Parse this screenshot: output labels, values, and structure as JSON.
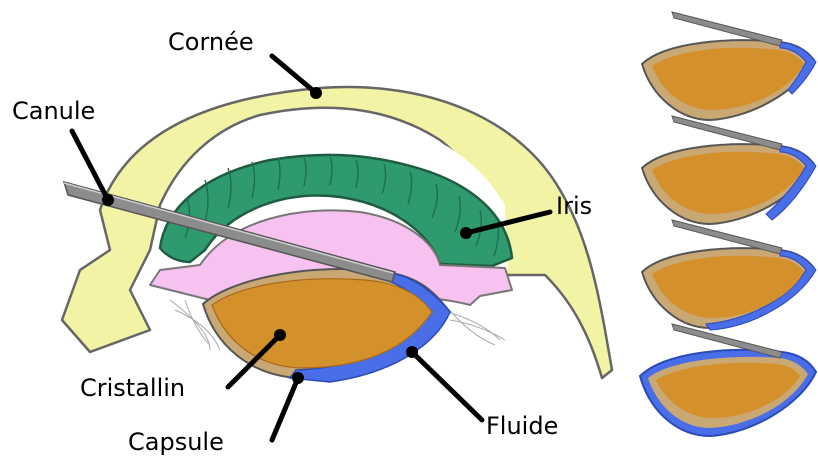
{
  "labels": {
    "cornea": "Cornée",
    "cannula": "Canule",
    "iris": "Iris",
    "lens": "Cristallin",
    "capsule": "Capsule",
    "fluid": "Fluide"
  },
  "colors": {
    "cornea": "#f3f3a6",
    "iris": "#2f9a6e",
    "iris_dark": "#1f6e4f",
    "pupil_area": "#f7c2ef",
    "lens": "#d4902b",
    "capsule": "#c9a873",
    "fluid": "#4a6de8",
    "cannula": "#8c8c8c",
    "outline": "#555555"
  },
  "panels": [
    {
      "step": 1,
      "fluid_coverage": 0.15
    },
    {
      "step": 2,
      "fluid_coverage": 0.35
    },
    {
      "step": 3,
      "fluid_coverage": 0.6
    },
    {
      "step": 4,
      "fluid_coverage": 0.95
    }
  ]
}
